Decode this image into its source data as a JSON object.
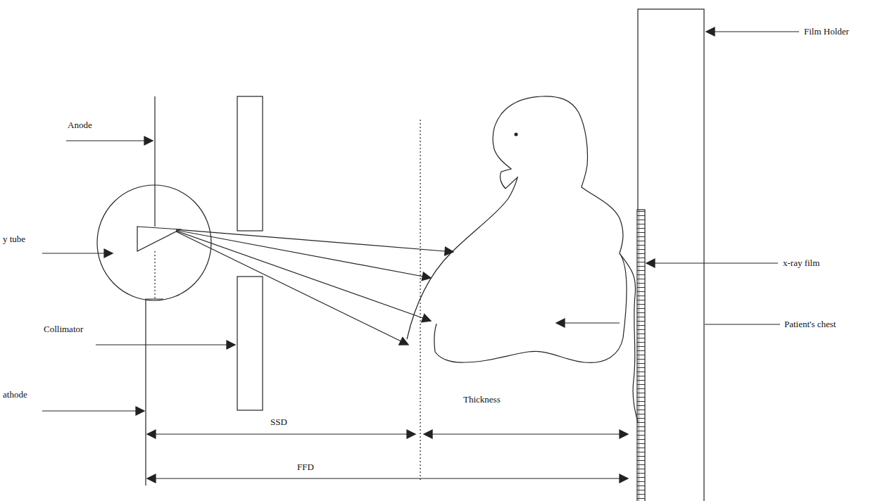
{
  "diagram": {
    "labels": [
      "Film Holder",
      "Anode",
      "y tube",
      "x-ray film",
      "Collimator",
      "Patient's chest",
      "athode",
      "Thickness",
      "SSD",
      "FFD"
    ]
  }
}
